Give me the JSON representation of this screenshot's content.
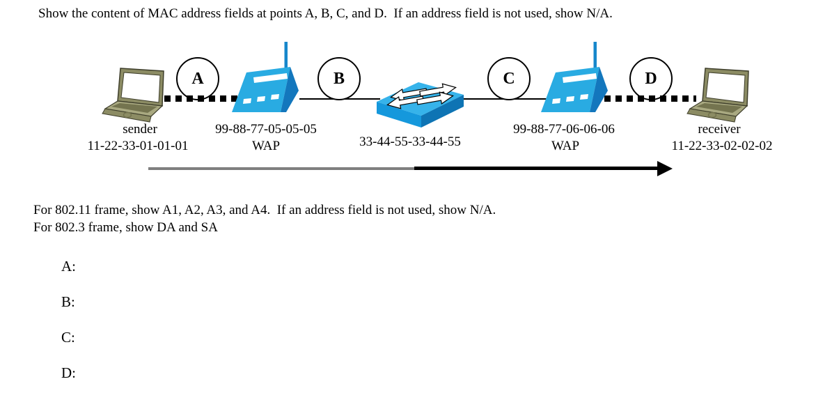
{
  "title": "Show the content of MAC address fields at points A, B, C, and D.  If an address field is not used, show N/A.",
  "diagram": {
    "points": [
      {
        "label": "A"
      },
      {
        "label": "B"
      },
      {
        "label": "C"
      },
      {
        "label": "D"
      }
    ],
    "sender": {
      "name": "sender",
      "mac": "11-22-33-01-01-01"
    },
    "wap1": {
      "name": "WAP",
      "mac": "99-88-77-05-05-05"
    },
    "switch1": {
      "mac": "33-44-55-33-44-55"
    },
    "wap2": {
      "name": "WAP",
      "mac": "99-88-77-06-06-06"
    },
    "receiver": {
      "name": "receiver",
      "mac": "11-22-33-02-02-02"
    },
    "icons": {
      "sender": "laptop-icon",
      "wap1": "wireless-access-point-icon",
      "switch1": "ethernet-switch-icon",
      "wap2": "wireless-access-point-icon",
      "receiver": "laptop-icon"
    }
  },
  "instructions": {
    "line1": "For 802.11 frame, show A1, A2, A3, and A4.  If an address field is not used, show N/A.",
    "line2": "For 802.3 frame, show DA and SA"
  },
  "answers": [
    {
      "label": "A:"
    },
    {
      "label": "B:"
    },
    {
      "label": "C:"
    },
    {
      "label": "D:"
    }
  ],
  "colors": {
    "device_blue": "#29ABE2",
    "device_blue_dark": "#1377BD",
    "antenna_blue": "#1787CB",
    "switch_top": "#36B3EA",
    "switch_front": "#1598DC",
    "switch_side": "#0E74B4",
    "laptop_frame": "#8C8C64",
    "laptop_base": "#A9A981",
    "ink": "#000000",
    "arrow_gray": "#7F7F7F"
  }
}
